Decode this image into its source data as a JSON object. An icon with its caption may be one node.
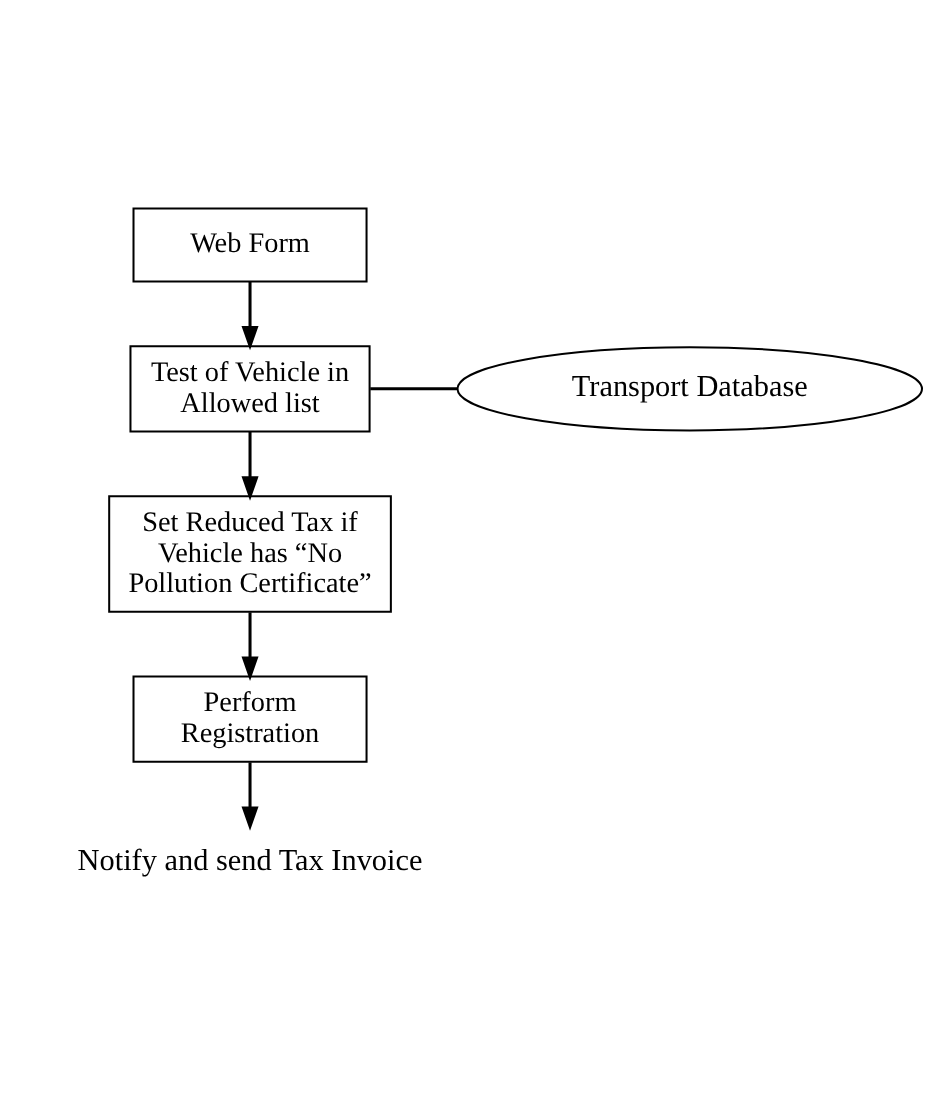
{
  "diagram": {
    "nodes": [
      {
        "text": [
          "Web Form"
        ]
      },
      {
        "text": [
          "Test of Vehicle in Allowed list"
        ]
      },
      {
        "text": [
          "Transport Database"
        ]
      },
      {
        "text": [
          "Set Reduced Tax if Vehicle has “No Pollution Certificate”"
        ]
      },
      {
        "text": [
          "Perform Registration"
        ]
      },
      {
        "text": [
          "Notify and send Tax Invoice"
        ]
      }
    ],
    "edges": [
      {
        "from": 0,
        "to": 1,
        "arrow": "to"
      },
      {
        "from": 1,
        "to": 2,
        "arrow": "none"
      },
      {
        "from": 1,
        "to": 3,
        "arrow": "to"
      },
      {
        "from": 3,
        "to": 4,
        "arrow": "to"
      },
      {
        "from": 4,
        "to": 5,
        "arrow": "to"
      }
    ]
  }
}
